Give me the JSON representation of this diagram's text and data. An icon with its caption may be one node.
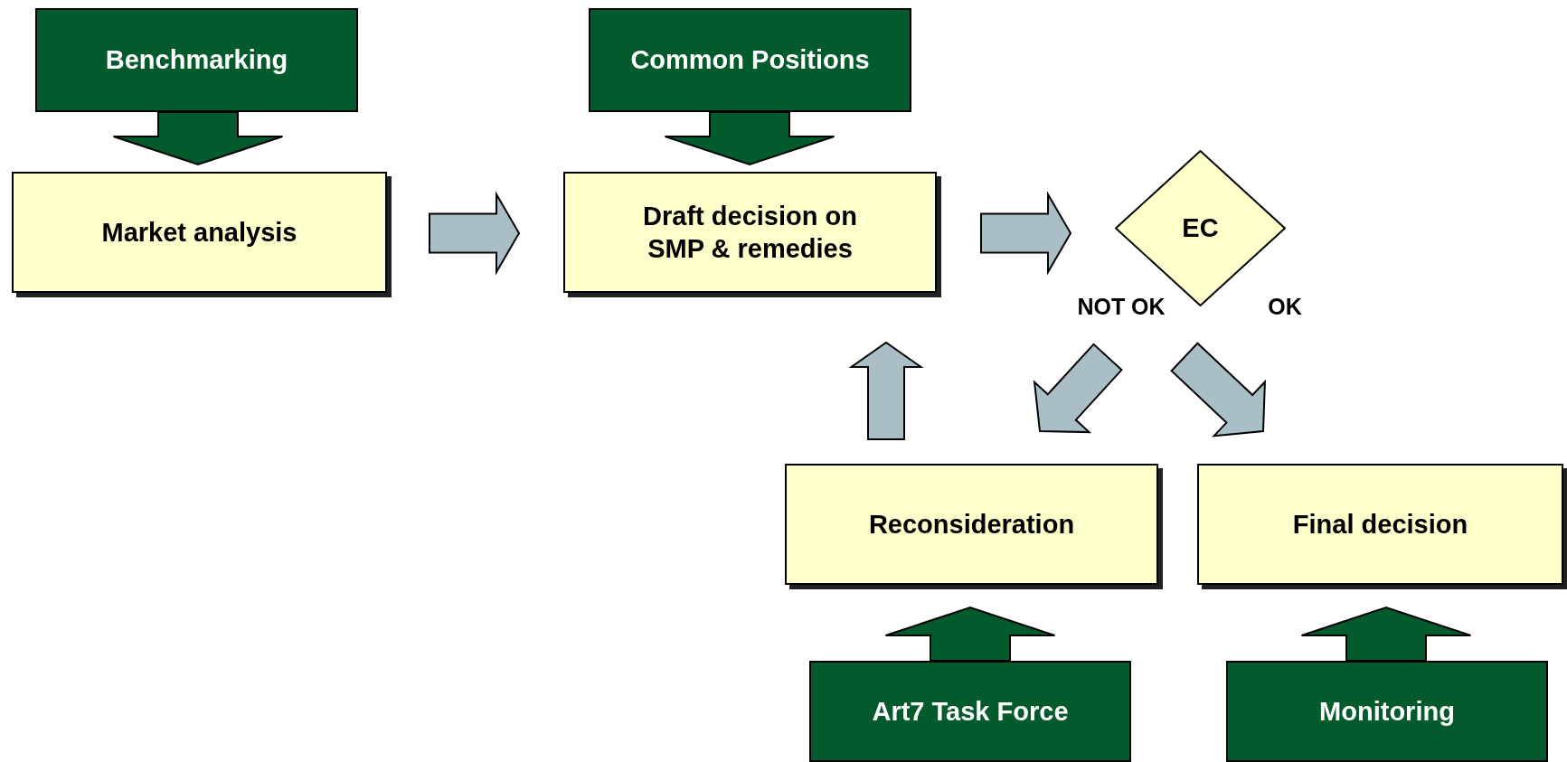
{
  "diagram": {
    "nodes": [
      {
        "text": [
          "Benchmarking"
        ]
      },
      {
        "text": [
          "Common Positions"
        ]
      },
      {
        "text": [
          "Market analysis"
        ]
      },
      {
        "text": [
          "Draft decision on SMP & remedies"
        ]
      },
      {
        "text": [
          "EC"
        ]
      },
      {
        "text": [
          "Reconsideration"
        ]
      },
      {
        "text": [
          "Final decision"
        ]
      },
      {
        "text": [
          "Art7 Task Force"
        ]
      },
      {
        "text": [
          "Monitoring"
        ]
      }
    ],
    "edges": [
      {
        "from": 0,
        "to": 2,
        "arrow": "to",
        "color": "#035a2d"
      },
      {
        "from": 1,
        "to": 3,
        "arrow": "to",
        "color": "#035a2d"
      },
      {
        "from": 2,
        "to": 3,
        "arrow": "to"
      },
      {
        "from": 3,
        "to": 4,
        "arrow": "to"
      },
      {
        "from": 4,
        "to": 5,
        "arrow": "to",
        "label": "NOT OK"
      },
      {
        "from": 4,
        "to": 6,
        "arrow": "to",
        "label": "OK"
      },
      {
        "from": 5,
        "to": 3,
        "arrow": "to"
      },
      {
        "from": 7,
        "to": 5,
        "arrow": "to",
        "color": "#035a2d"
      },
      {
        "from": 8,
        "to": 6,
        "arrow": "to",
        "color": "#035a2d"
      }
    ]
  }
}
